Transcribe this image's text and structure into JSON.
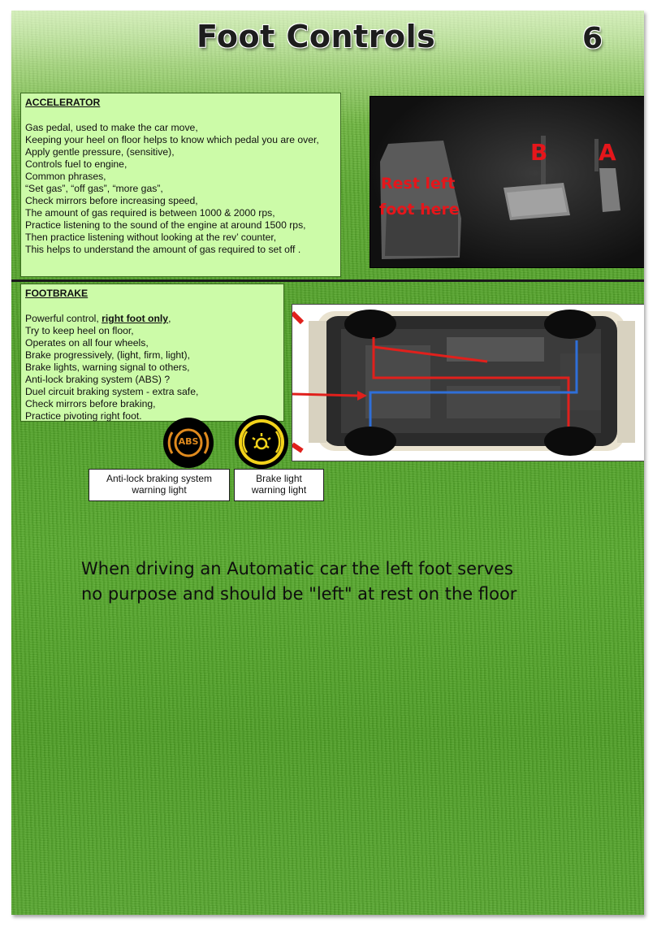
{
  "header": {
    "title": "Foot Controls",
    "page_number": "6"
  },
  "accelerator": {
    "heading": "ACCELERATOR",
    "lines": [
      "Gas pedal, used to make the car move,",
      "Keeping your heel on floor helps to know which pedal you are over,",
      "Apply gentle pressure, (sensitive),",
      "Controls fuel to engine,",
      "Common phrases,",
      "“Set gas”, “off gas”, “more gas”,",
      "Check mirrors before increasing speed,",
      "The amount of gas required is between 1000 & 2000 rps,",
      "Practice listening to the sound of the engine at around 1500 rps,",
      "Then practice listening without looking at the rev’ counter,",
      "This helps to understand the amount of gas required to set off ."
    ]
  },
  "pedal_photo": {
    "label_b": "B",
    "label_a": "A",
    "rest_line1": "Rest left",
    "rest_line2": "foot here"
  },
  "footbrake": {
    "heading": "FOOTBRAKE",
    "line1_prefix": "Powerful control, ",
    "line1_emphasis": "right foot only",
    "line1_suffix": ",",
    "lines": [
      "Try to keep heel on floor,",
      "Operates on all four wheels,",
      "Brake progressively, (light, firm, light),",
      "Brake lights, warning signal to others,",
      "Anti-lock braking system (ABS) ?",
      "Duel circuit braking system - extra safe,",
      "Check mirrors before braking,",
      "Practice pivoting right foot."
    ]
  },
  "warning_lights": {
    "abs_icon_text": "ABS",
    "abs_label_line1": "Anti-lock braking system",
    "abs_label_line2": "warning light",
    "brake_label_line1": "Brake light",
    "brake_label_line2": "warning light"
  },
  "note": {
    "line1": "When driving an Automatic car the left foot serves",
    "line2": "no purpose and should be \"left\" at rest on the floor"
  },
  "colors": {
    "box_fill": "#ccfba8",
    "overlay_red": "#e5161b",
    "abs_amber": "#e08a1e",
    "brake_yellow": "#f2d21a",
    "circuit_red": "#e0201c",
    "circuit_blue": "#2f6fd8"
  }
}
